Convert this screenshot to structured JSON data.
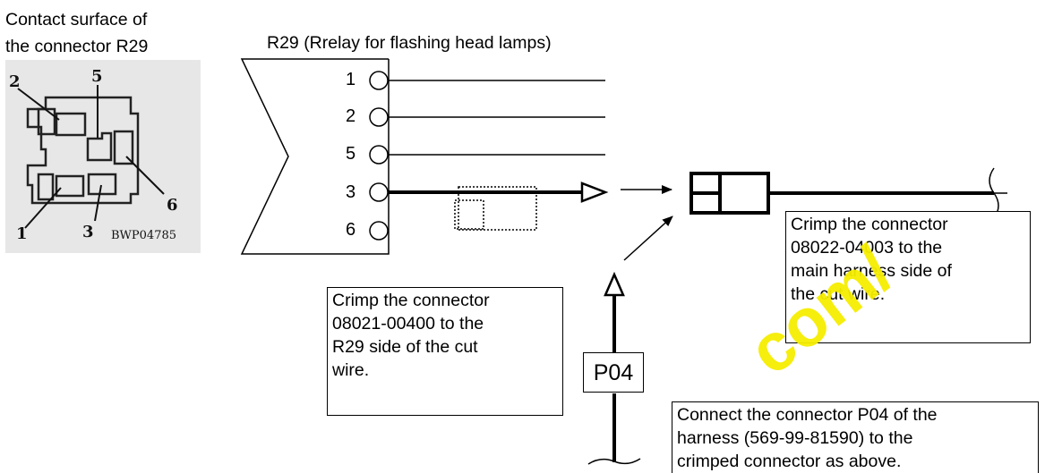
{
  "contact_surface": {
    "line1": "Contact surface of",
    "line2": "the connector R29"
  },
  "photo": {
    "pin_labels": [
      "2",
      "5",
      "6",
      "1",
      "3"
    ],
    "code": "BWP04785"
  },
  "relay_title": "R29 (Rrelay for flashing head lamps)",
  "pins": [
    "1",
    "2",
    "5",
    "3",
    "6"
  ],
  "p04_label": "P04",
  "note_r29_side": [
    "Crimp the connector",
    "08021-00400 to the",
    "R29 side of the cut",
    "wire."
  ],
  "note_main_side": [
    "Crimp the connector",
    "08022-04003 to the",
    "main harness side of",
    "the cut wire."
  ],
  "note_connect": [
    "Connect the connector P04 of the",
    "harness (569-99-81590) to the",
    "crimped connector as above."
  ],
  "watermark": "com/"
}
